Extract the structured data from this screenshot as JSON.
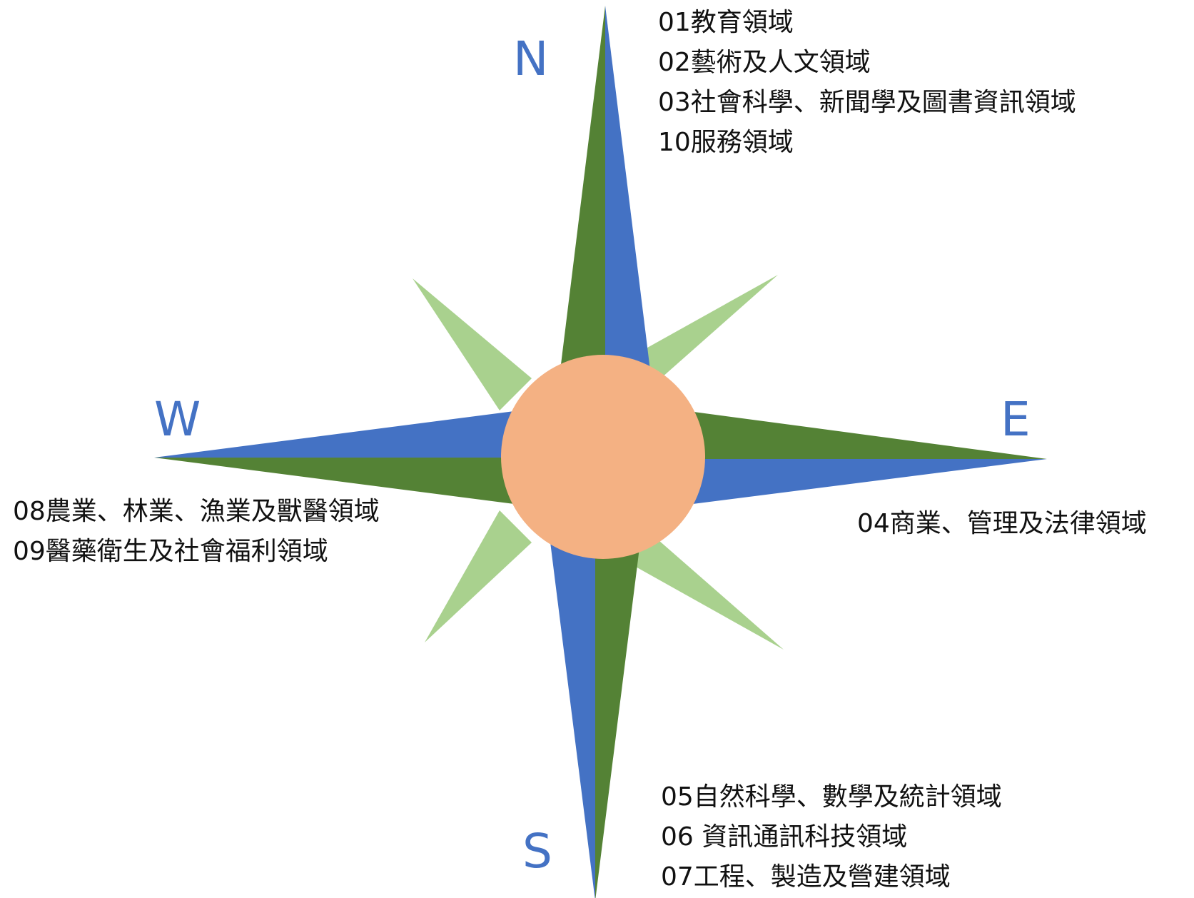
{
  "title_fragment": "",
  "colors": {
    "primary_blue": "#4472c4",
    "dark_green": "#548235",
    "light_green": "#a9d18e",
    "center_orange": "#f4b183"
  },
  "directions": {
    "north": "N",
    "east": "E",
    "south": "S",
    "west": "W"
  },
  "groups": {
    "north": [
      "01教育領域",
      "02藝術及人文領域",
      "03社會科學、新聞學及圖書資訊領域",
      "10服務領域"
    ],
    "east": [
      "04商業、管理及法律領域"
    ],
    "south": [
      "05自然科學、數學及統計領域",
      "06 資訊通訊科技領域",
      "07工程、製造及營建領域"
    ],
    "west": [
      "08農業、林業、漁業及獸醫領域",
      "09醫藥衛生及社會福利領域"
    ]
  }
}
